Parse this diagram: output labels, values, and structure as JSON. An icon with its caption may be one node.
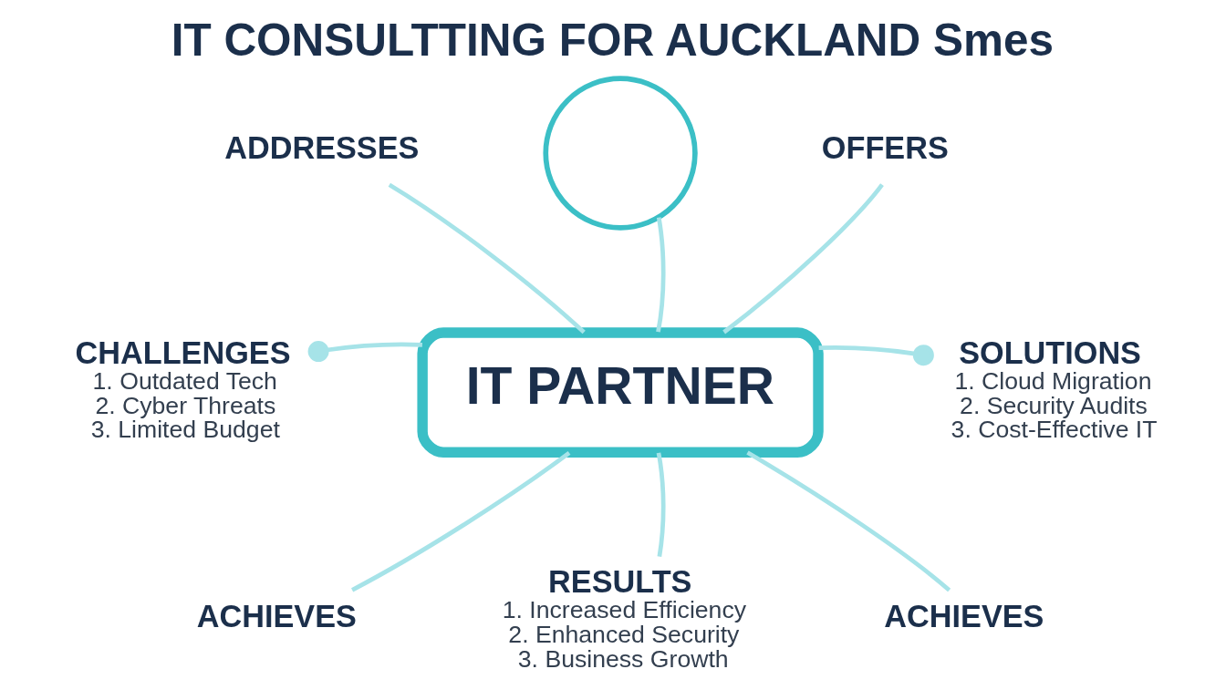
{
  "diagram": {
    "title": "IT CONSULTTING FOR AUCKLAND Smes",
    "nodes": [
      {
        "text": [
          "IT PARTNER"
        ]
      },
      {
        "text": [],
        "shape": "circle"
      },
      {
        "text": [
          "ADDRESSES"
        ]
      },
      {
        "text": [
          "OFFERS"
        ]
      },
      {
        "text": [
          "CHALLENGES",
          "1. Outdated Tech",
          "2. Cyber Threats",
          "3. Limited Budget"
        ]
      },
      {
        "text": [
          "SOLUTIONS",
          "1. Cloud Migration",
          "2. Security Audits",
          "3. Cost-Effective IT"
        ]
      },
      {
        "text": [
          "ACHIEVES"
        ]
      },
      {
        "text": [
          "ACHIEVES"
        ]
      },
      {
        "text": [
          "RESULTS",
          "1. Increased Efficiency",
          "2. Enhanced Security",
          "3. Business Growth"
        ]
      }
    ],
    "edges": [
      {
        "from": 0,
        "to": 1,
        "arrow": "none"
      },
      {
        "from": 0,
        "to": 2,
        "arrow": "none"
      },
      {
        "from": 0,
        "to": 3,
        "arrow": "none"
      },
      {
        "from": 0,
        "to": 4,
        "arrow": "other"
      },
      {
        "from": 0,
        "to": 5,
        "arrow": "other"
      },
      {
        "from": 0,
        "to": 6,
        "arrow": "none"
      },
      {
        "from": 0,
        "to": 7,
        "arrow": "none"
      },
      {
        "from": 0,
        "to": 8,
        "arrow": "none"
      }
    ]
  }
}
